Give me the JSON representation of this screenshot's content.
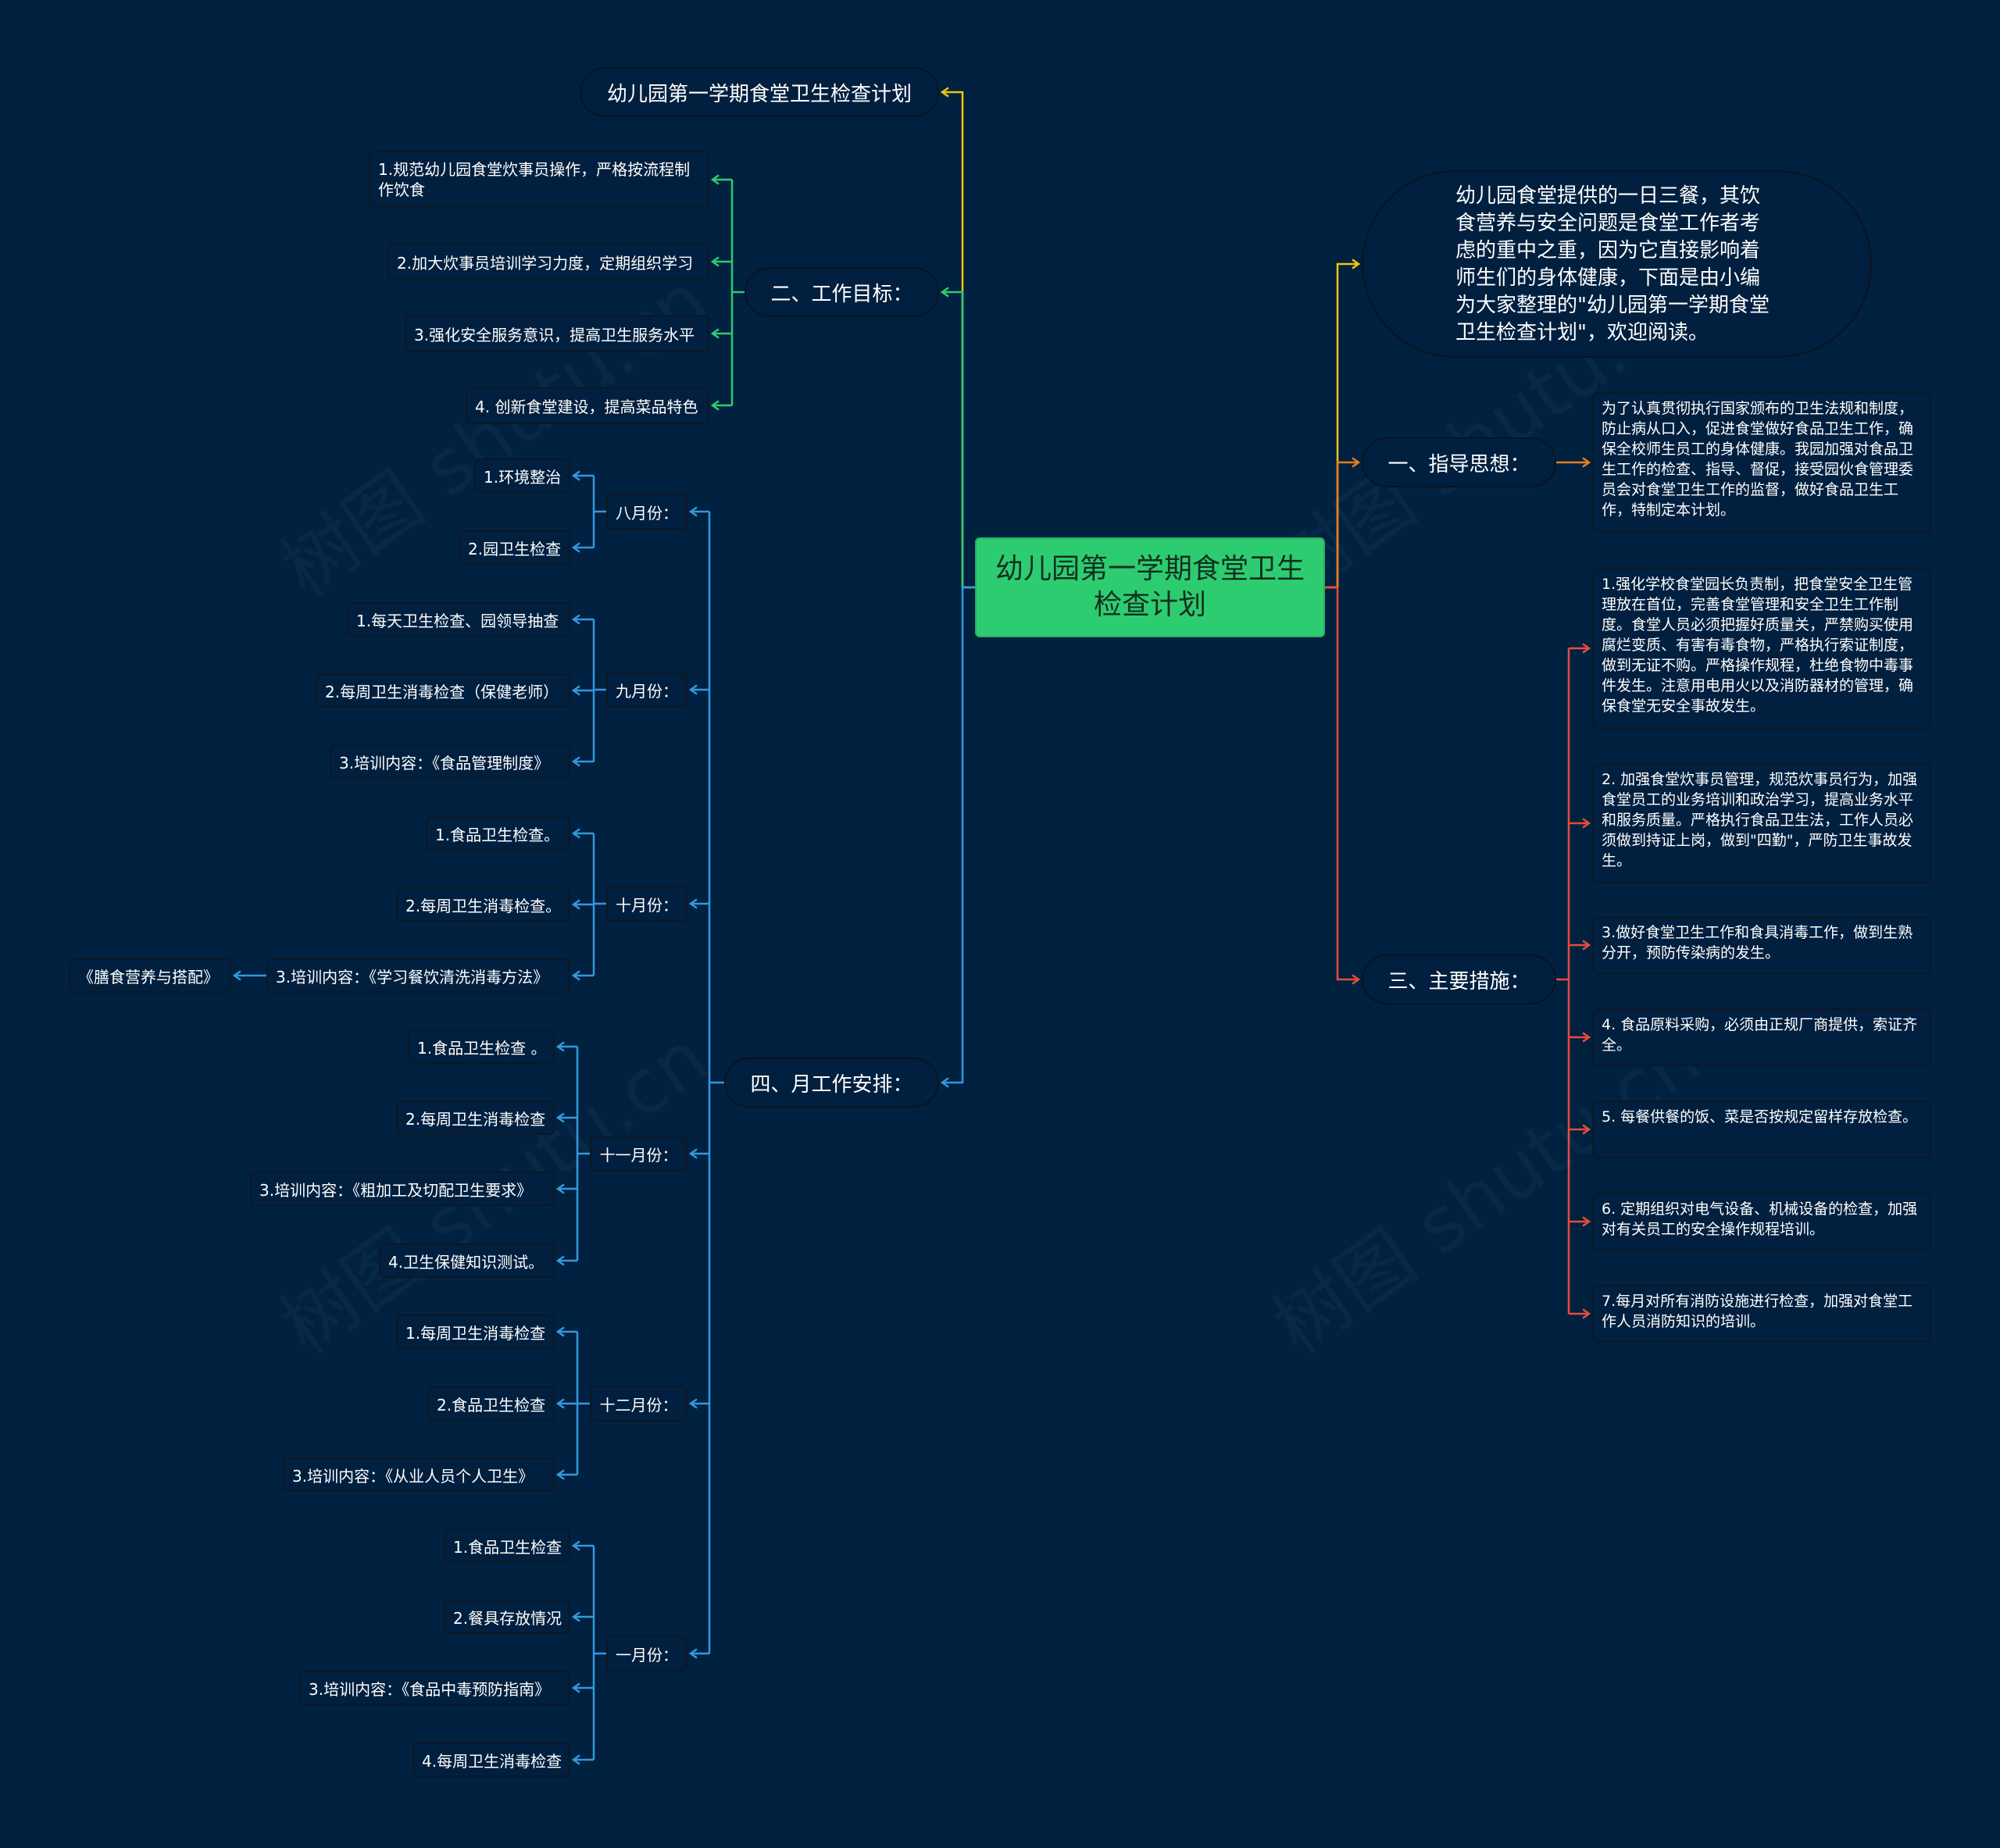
{
  "root": {
    "title": "幼儿园第一学期食堂卫生检查计划"
  },
  "watermark": "树图 shutu.cn",
  "colors": {
    "background": "#012140",
    "root_fill": "#2ecc71",
    "branch_title": "#f1c40f",
    "branch_goals": "#2ecc71",
    "branch_schedule": "#3498db",
    "branch_intro": "#f1c40f",
    "branch_guiding": "#e67e22",
    "branch_measures": "#e74c3c"
  },
  "left": {
    "title_node": "幼儿园第一学期食堂卫生检查计划",
    "goals": {
      "label": "二、工作目标：",
      "items": [
        "1.规范幼儿园食堂炊事员操作，严格按流程制作饮食",
        "2.加大炊事员培训学习力度，定期组织学习",
        "3.强化安全服务意识，提高卫生服务水平",
        "4. 创新食堂建设，提高菜品特色"
      ]
    },
    "schedule": {
      "label": "四、月工作安排：",
      "months": [
        {
          "label": "八月份：",
          "items": [
            "1.环境整治",
            "2.园卫生检查"
          ]
        },
        {
          "label": "九月份：",
          "items": [
            "1.每天卫生检查、园领导抽查",
            "2.每周卫生消毒检查（保健老师）",
            "3.培训内容：《食品管理制度》"
          ]
        },
        {
          "label": "十月份：",
          "items": [
            "1.食品卫生检查。",
            "2.每周卫生消毒检查。",
            "3.培训内容：《学习餐饮清洗消毒方法》"
          ],
          "extra": "《膳食营养与搭配》"
        },
        {
          "label": "十一月份：",
          "items": [
            "1.食品卫生检查 。",
            "2.每周卫生消毒检查",
            "3.培训内容：《粗加工及切配卫生要求》",
            "4.卫生保健知识测试。"
          ]
        },
        {
          "label": "十二月份：",
          "items": [
            "1.每周卫生消毒检查",
            "2.食品卫生检查",
            "3.培训内容：《从业人员个人卫生》"
          ]
        },
        {
          "label": "一月份：",
          "items": [
            "1.食品卫生检查",
            "2.餐具存放情况",
            "3.培训内容：《食品中毒预防指南》",
            "4.每周卫生消毒检查"
          ]
        }
      ]
    }
  },
  "right": {
    "intro": "幼儿园食堂提供的一日三餐，其饮食营养与安全问题是食堂工作者考虑的重中之重，因为它直接影响着师生们的身体健康，下面是由小编为大家整理的\"幼儿园第一学期食堂卫生检查计划\"，欢迎阅读。",
    "guiding": {
      "label": "一、指导思想：",
      "text": "为了认真贯彻执行国家颁布的卫生法规和制度，防止病从口入，促进食堂做好食品卫生工作，确保全校师生员工的身体健康。我园加强对食品卫生工作的检查、指导、督促，接受园伙食管理委员会对食堂卫生工作的监督，做好食品卫生工作，特制定本计划。"
    },
    "measures": {
      "label": "三、主要措施：",
      "items": [
        "1.强化学校食堂园长负责制，把食堂安全卫生管理放在首位，完善食堂管理和安全卫生工作制度。食堂人员必须把握好质量关，严禁购买使用腐烂变质、有害有毒食物，严格执行索证制度，  做到无证不购。严格操作规程，杜绝食物中毒事件发生。注意用电用火以及消防器材的管理，确保食堂无安全事故发生。",
        "2. 加强食堂炊事员管理，规范炊事员行为，加强食堂员工的业务培训和政治学习，提高业务水平和服务质量。严格执行食品卫生法，工作人员必须做到持证上岗，做到\"四勤\"，严防卫生事故发生。",
        "3.做好食堂卫生工作和食具消毒工作，做到生熟分开，预防传染病的发生。",
        "4. 食品原料采购，必须由正规厂商提供，索证齐全。",
        "5. 每餐供餐的饭、菜是否按规定留样存放检查。",
        "6. 定期组织对电气设备、机械设备的检查，加强对有关员工的安全操作规程培训。",
        "7.每月对所有消防设施进行检查，加强对食堂工作人员消防知识的培训。"
      ]
    }
  }
}
